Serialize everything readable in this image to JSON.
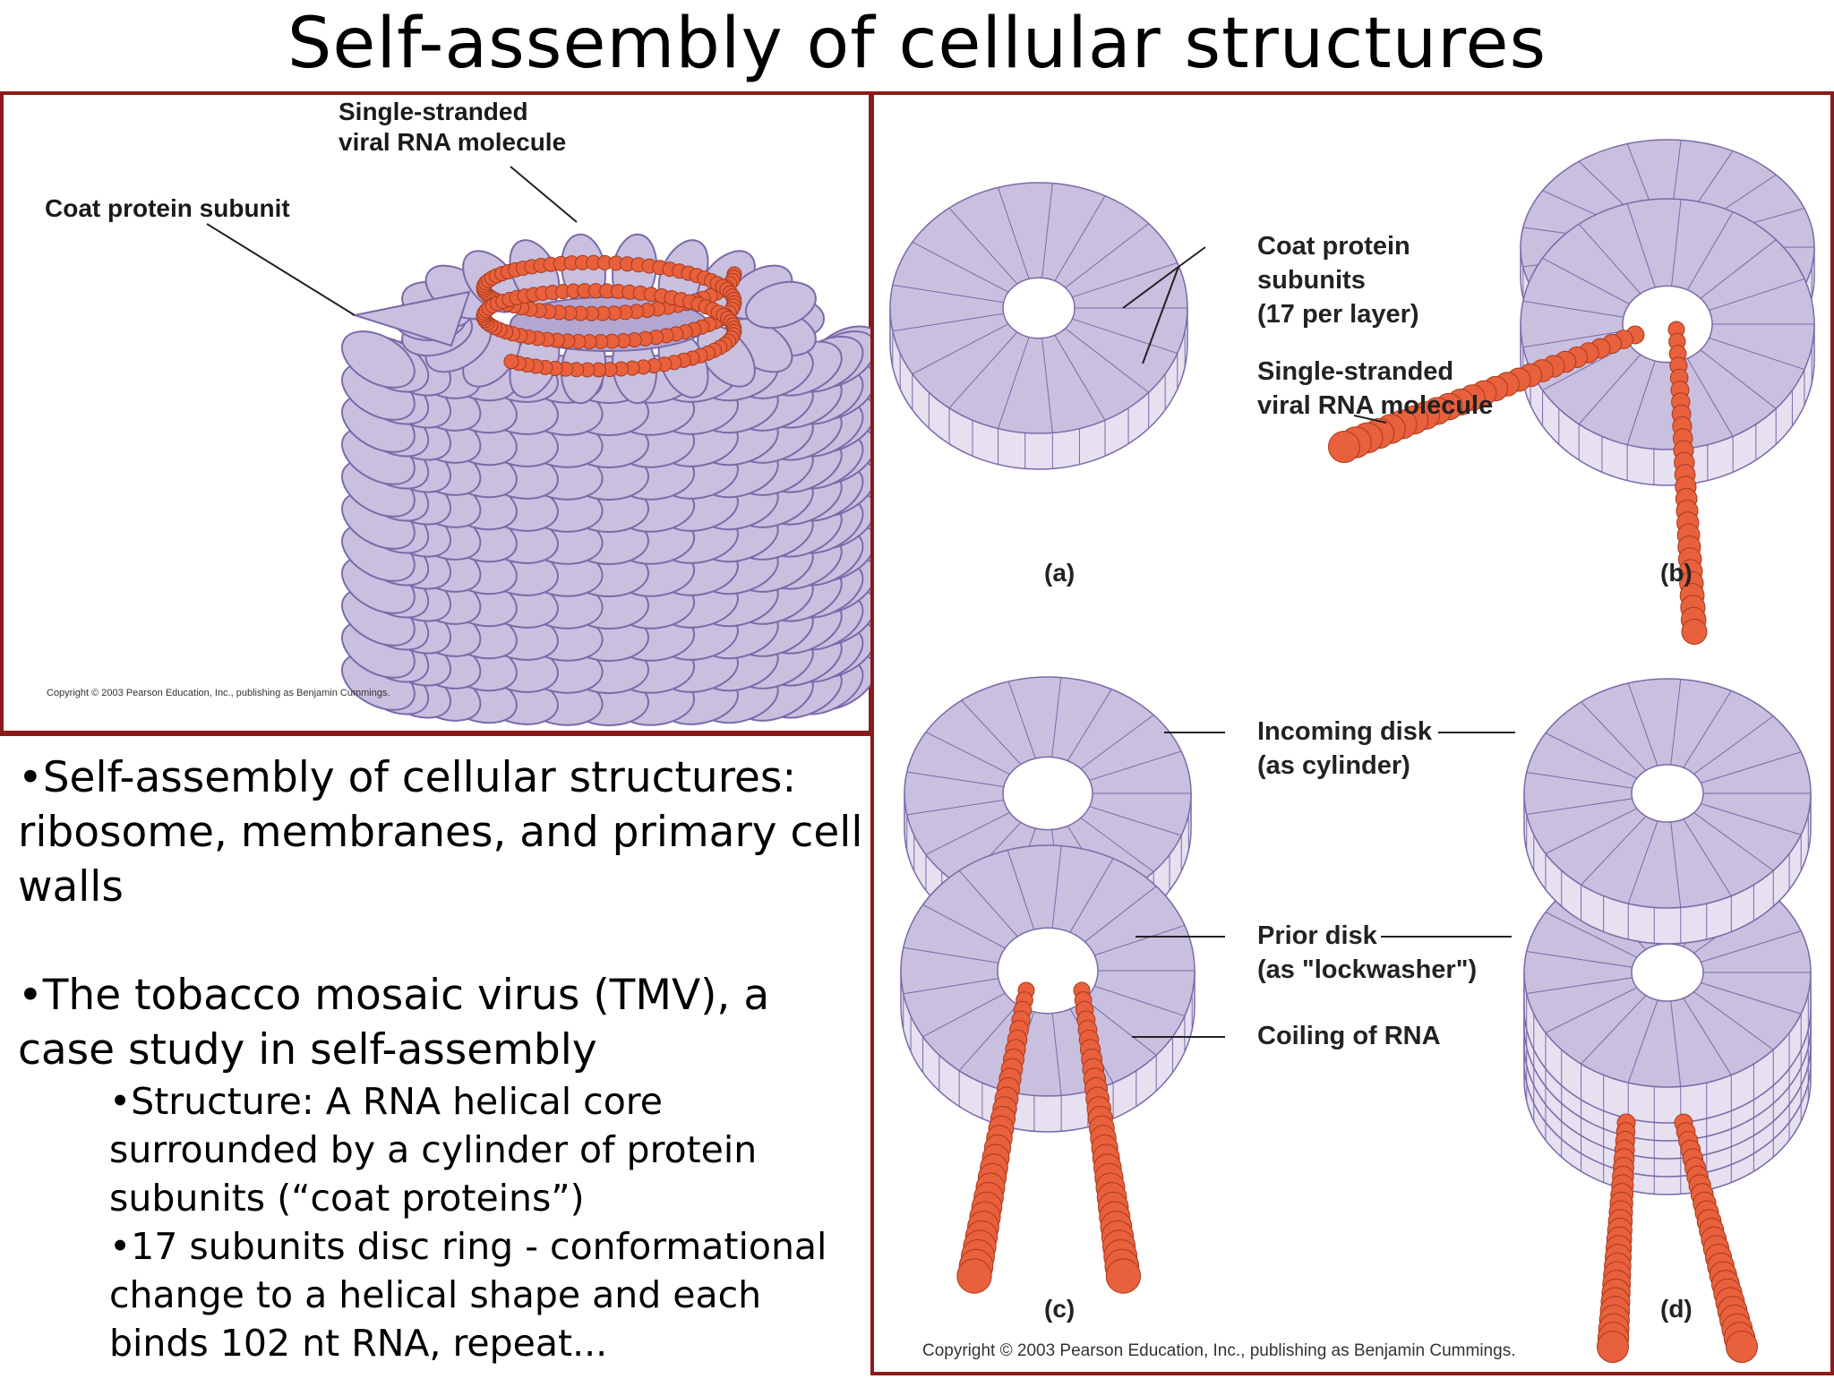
{
  "slide": {
    "title": "Self-assembly of cellular structures"
  },
  "left_figure": {
    "label_rna": [
      "Single-stranded",
      "viral RNA molecule"
    ],
    "label_coat": "Coat protein subunit",
    "copyright": "Copyright © 2003 Pearson Education, Inc., publishing as Benjamin Cummings."
  },
  "right_figure": {
    "label_coat": [
      "Coat protein",
      "subunits",
      "(17 per layer)"
    ],
    "label_rna": [
      "Single-stranded",
      "viral RNA molecule"
    ],
    "label_incoming": [
      "Incoming disk",
      "(as cylinder)"
    ],
    "label_prior": [
      "Prior disk",
      "(as \"lockwasher\")"
    ],
    "label_coiling": "Coiling of RNA",
    "panels": [
      "(a)",
      "(b)",
      "(c)",
      "(d)"
    ],
    "copyright": "Copyright © 2003 Pearson Education, Inc., publishing as Benjamin Cummings."
  },
  "bullets": {
    "b1": [
      "•Self-assembly of cellular structures:",
      "ribosome, membranes, and primary cell",
      "walls"
    ],
    "b2": [
      "•The tobacco mosaic virus (TMV), a",
      "case study in self-assembly"
    ],
    "sub1": [
      "•Structure: A RNA helical core",
      "surrounded by a cylinder of protein",
      "subunits (“coat proteins”)"
    ],
    "sub2": [
      "•17 subunits disc ring - conformational",
      "change to a helical shape and each",
      "binds 102 nt RNA, repeat..."
    ]
  },
  "colors": {
    "frame": "#8b1a1a",
    "protein": "#c9bfdf",
    "protein_edge": "#7a6aa8",
    "rna": "#e8603c"
  }
}
